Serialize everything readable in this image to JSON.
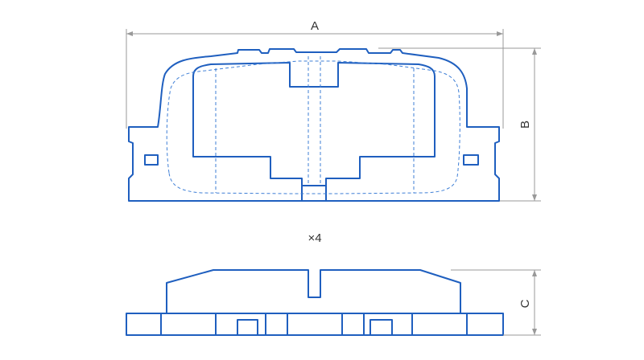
{
  "dimensions": {
    "a_label": "A",
    "b_label": "B",
    "c_label": "C"
  },
  "quantity_label": "×4",
  "colors": {
    "outline": "#1f5fbf",
    "hidden_line": "#3f7fd6",
    "dimension_line": "#999999",
    "text": "#333333",
    "background": "#ffffff"
  }
}
